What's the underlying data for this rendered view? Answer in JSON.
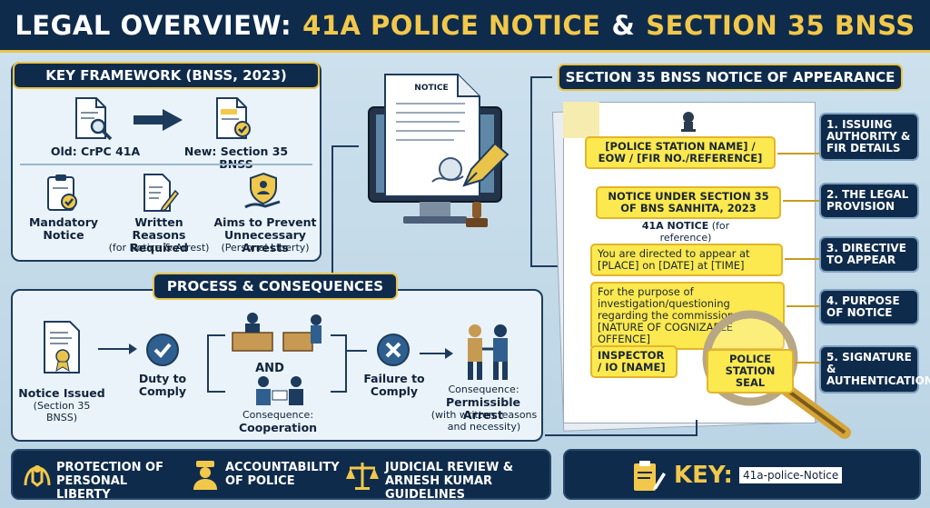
{
  "title": {
    "part1": "LEGAL OVERVIEW:",
    "part2": "41A POLICE NOTICE",
    "part3": "&",
    "part4": "SECTION 35 BNSS"
  },
  "framework": {
    "heading": "KEY FRAMEWORK (BNSS, 2023)",
    "old_label": "Old: CrPC 41A",
    "new_label": "New: Section 35 BNSS",
    "items": [
      {
        "label": "Mandatory Notice",
        "sub": ""
      },
      {
        "label": "Written Reasons Required",
        "sub": "(for Notice & Arrest)"
      },
      {
        "label": "Aims to Prevent Unnecessary Arrests",
        "sub": "(Personal Liberty)"
      }
    ]
  },
  "monitor": {
    "doc_title": "NOTICE"
  },
  "process": {
    "heading": "PROCESS & CONSEQUENCES",
    "notice_issued": "Notice Issued",
    "notice_issued_sub": "(Section 35 BNSS)",
    "duty": "Duty to Comply",
    "and": "AND",
    "cooperation_prefix": "Consequence:",
    "cooperation": "Cooperation",
    "failure": "Failure to Comply",
    "arrest_prefix": "Consequence:",
    "arrest": "Permissible Arrest",
    "arrest_sub": "(with written reasons and necessity)"
  },
  "notice": {
    "heading": "SECTION 35 BNSS NOTICE OF APPEARANCE",
    "box1": "[POLICE STATION NAME] / EOW / [FIR NO./REFERENCE]",
    "box2": "NOTICE UNDER SECTION 35 OF BNS SANHITA, 2023",
    "ref_bold": "41A NOTICE",
    "ref_rest": "(for reference)",
    "box3": "You are directed to appear at [PLACE] on [DATE] at [TIME]",
    "box4": "For the purpose of investigation/questioning regarding the commission of [NATURE OF COGNIZABLE OFFENCE]",
    "box5": "INSPECTOR / IO [NAME]",
    "seal": "POLICE STATION SEAL"
  },
  "tags": [
    "1. ISSUING AUTHORITY & FIR DETAILS",
    "2. THE LEGAL PROVISION",
    "3. DIRECTIVE TO APPEAR",
    "4. PURPOSE OF NOTICE",
    "5. SIGNATURE & AUTHENTICATION"
  ],
  "footer": {
    "items": [
      "PROTECTION OF PERSONAL LIBERTY",
      "ACCOUNTABILITY OF POLICE",
      "JUDICIAL REVIEW & ARNESH KUMAR GUIDELINES"
    ],
    "key_label": "KEY:",
    "key_value": "41a-police-Notice"
  },
  "colors": {
    "navy": "#0f2b4b",
    "gold": "#f2c84b",
    "highlight": "#fbe94f",
    "panel": "#eaf3f9"
  }
}
